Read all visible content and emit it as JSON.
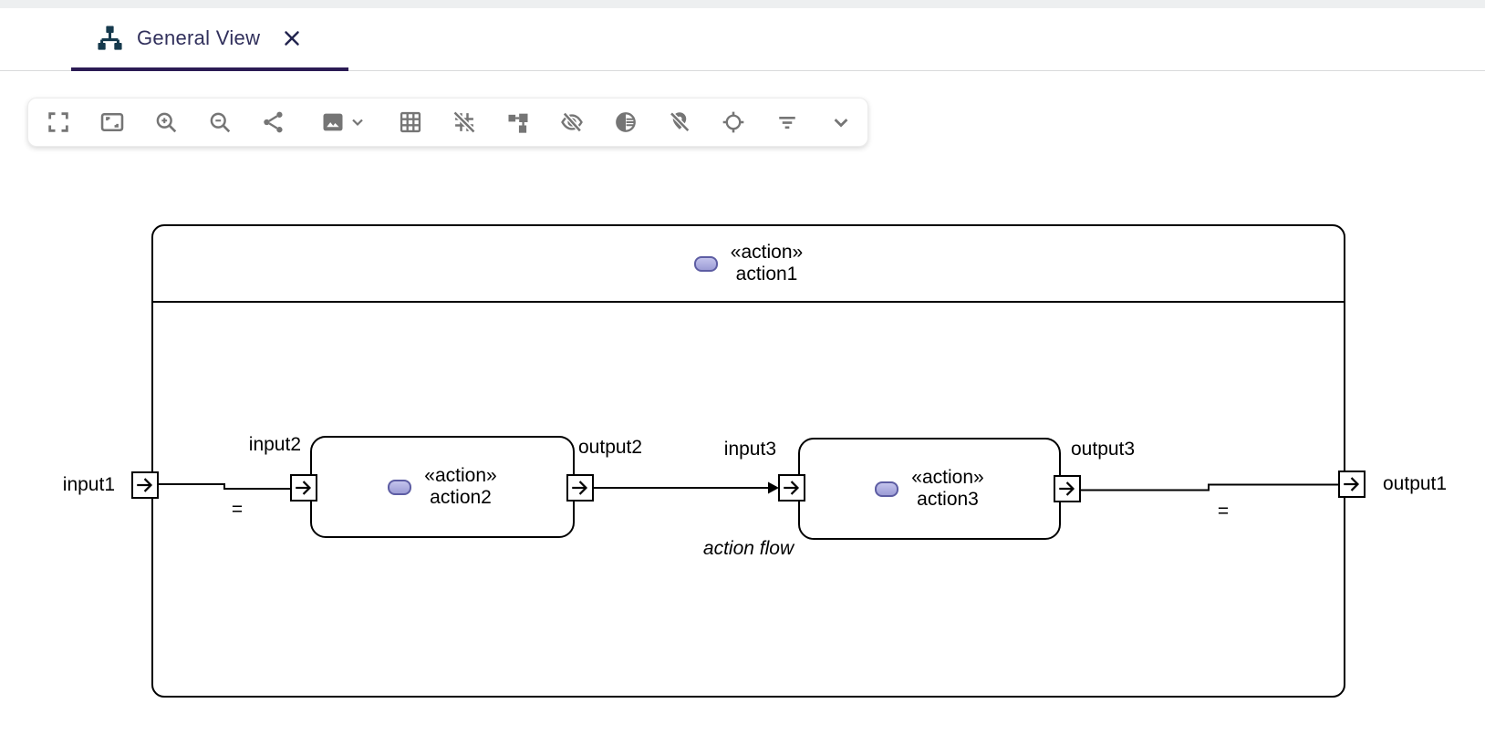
{
  "tab": {
    "label": "General View"
  },
  "toolbar": {
    "icons": [
      "fullscreen",
      "fit-to-screen",
      "zoom-in",
      "zoom-out",
      "share-diagram",
      "export-image",
      "export-image-options",
      "grid-on",
      "grid-off",
      "arrange-all",
      "hide-elements",
      "fade-elements",
      "unpin-elements",
      "reveal-hidden-elements",
      "filter-elements",
      "more-tools"
    ]
  },
  "diagram": {
    "root_action": {
      "stereotype": "«action»",
      "name": "action1",
      "compartment_label": "action flow"
    },
    "actions": [
      {
        "stereotype": "«action»",
        "name": "action2"
      },
      {
        "stereotype": "«action»",
        "name": "action3"
      }
    ],
    "port_labels": {
      "input1": "input1",
      "input2": "input2",
      "output2": "output2",
      "input3": "input3",
      "output3": "output3",
      "output1": "output1"
    },
    "edge_labels": {
      "left_binding": "=",
      "right_binding": "="
    }
  },
  "colors": {
    "tab_underline": "#2b1b54",
    "tab_text": "#31305c",
    "tab_icon": "#163a4d",
    "toolbar_icon": "#757575",
    "action_icon_fill": "#a9a9dc",
    "action_icon_border": "#5d5da3",
    "diagram_stroke": "#000000"
  }
}
